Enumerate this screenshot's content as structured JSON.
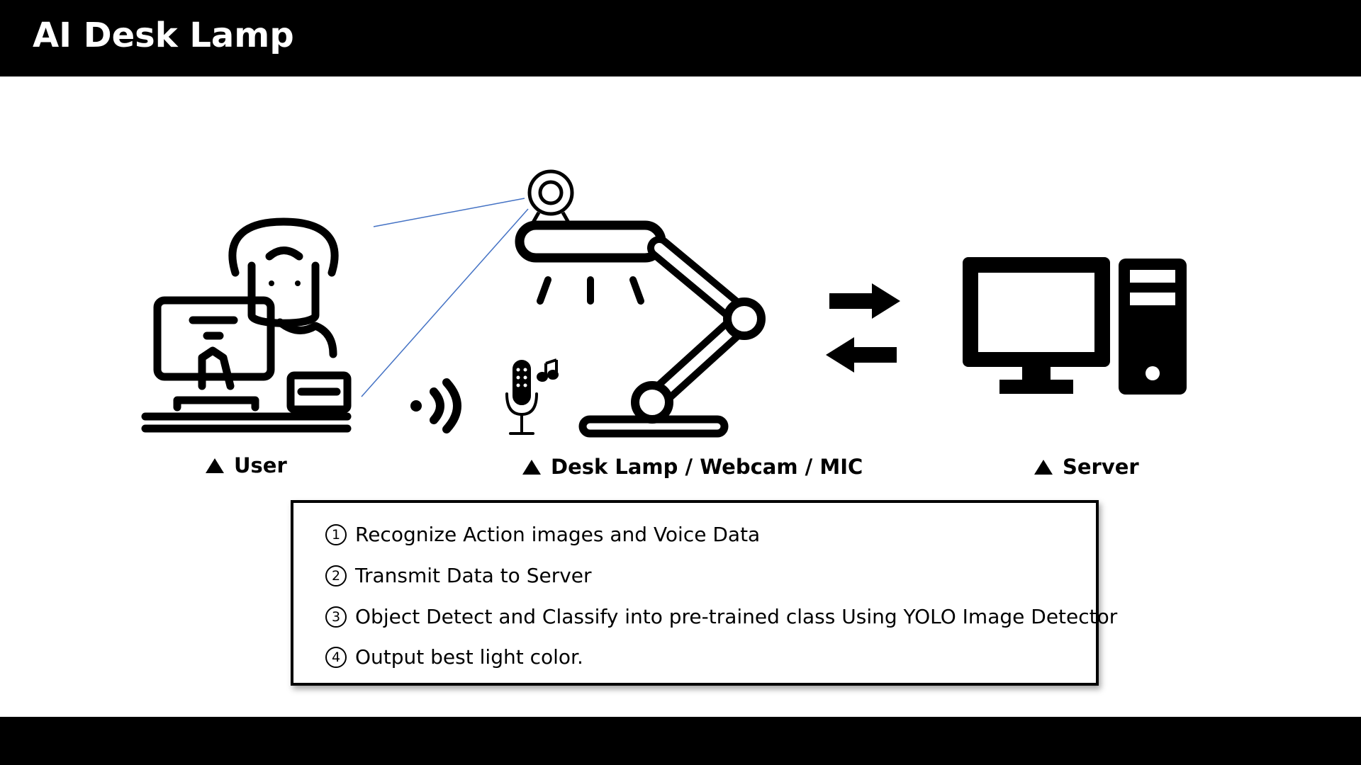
{
  "header": {
    "title": "AI Desk Lamp"
  },
  "labels": {
    "user": "User",
    "lamp": "Desk Lamp / Webcam / MIC",
    "server": "Server"
  },
  "steps": [
    {
      "num": "1",
      "text": "Recognize Action images and Voice Data"
    },
    {
      "num": "2",
      "text": "Transmit Data to Server"
    },
    {
      "num": "3",
      "text": "Object Detect and Classify into pre-trained class Using YOLO Image Detector"
    },
    {
      "num": "4",
      "text": "Output best light color."
    }
  ],
  "icons": [
    "user-at-computer-icon",
    "webcam-icon",
    "desk-lamp-icon",
    "sound-wave-icon",
    "microphone-icon",
    "music-note-icon",
    "arrow-right-icon",
    "arrow-left-icon",
    "monitor-icon",
    "computer-tower-icon",
    "triangle-up-icon"
  ],
  "colors": {
    "bars": "#000000",
    "sight_line": "#4472c4"
  }
}
